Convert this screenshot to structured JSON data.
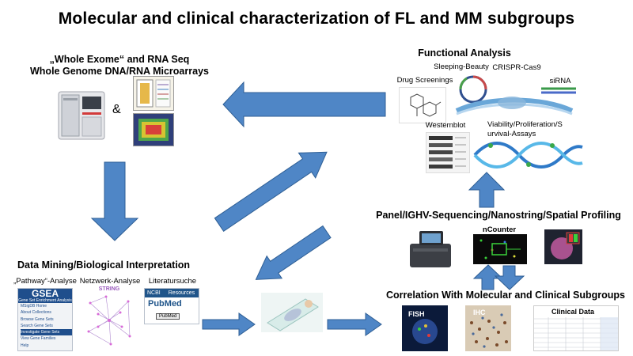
{
  "title": "Molecular and clinical characterization of FL and MM subgroups",
  "sequencing": {
    "header_line1": "„Whole Exome“ and RNA Seq",
    "header_line2": "Whole Genome DNA/RNA Microarrays",
    "ampersand": "&"
  },
  "functional": {
    "header": "Functional Analysis",
    "drug": "Drug Screenings",
    "sleeping": "Sleeping-Beauty",
    "crispr": "CRISPR-Cas9",
    "sirna": "siRNA",
    "western": "Westernblot",
    "viability_line1": "Viability/Proliferation/S",
    "viability_line2": "urvival-Assays"
  },
  "panel": {
    "header": "Panel/IGHV-Sequencing/Nanostring/Spatial Profiling",
    "ncounter": "nCounter"
  },
  "mining": {
    "header": "Data Mining/Biological Interpretation",
    "pathway": "„Pathway“-Analyse",
    "netzwerk": "Netzwerk-Analyse",
    "literatur": "Literatursuche",
    "gsea_logo": "GSEA",
    "gsea_sub": "Gene Set Enrichment Analysis",
    "gsea_menu": [
      "MSigDB Home",
      "About Collections",
      "Browse Gene Sets",
      "Search Gene Sets",
      "Investigate Gene Sets",
      "View Gene Families",
      "Help"
    ],
    "string_logo": "STRING",
    "ncbi": "NCBI",
    "resources": "Resources",
    "pubmed": "PubMed",
    "pubmed_btn": "PubMed"
  },
  "correlation": {
    "header": "Correlation With Molecular and Clinical Subgroups",
    "fish": "FISH",
    "ihc": "IHC",
    "clinical": "Clinical Data"
  },
  "colors": {
    "arrow_fill": "#4f86c6",
    "arrow_stroke": "#2f5f95",
    "gsea_blue": "#1f4e8c",
    "pubmed_blue": "#20558a"
  }
}
